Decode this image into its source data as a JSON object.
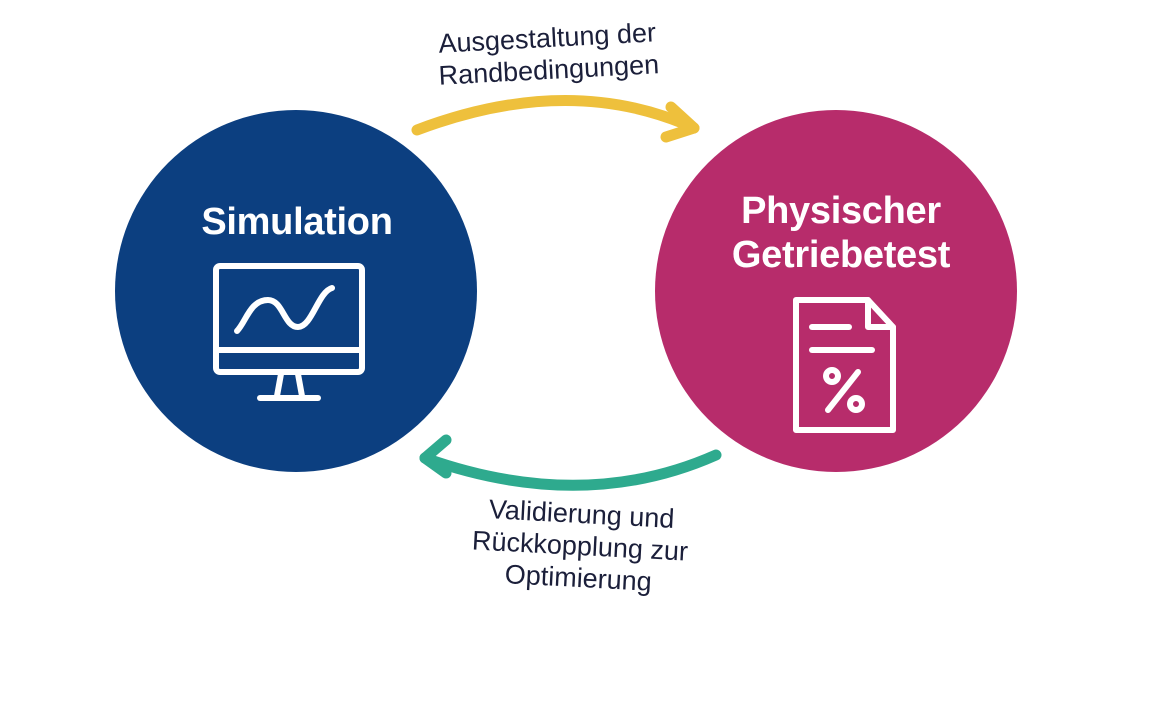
{
  "nodes": {
    "simulation": {
      "label": "Simulation",
      "color": "#0c3f80",
      "icon": "computer-monitor-chart-icon"
    },
    "physical_test": {
      "label_lines": [
        "Physischer",
        "Getriebetest"
      ],
      "color": "#b72c6b",
      "icon": "document-percent-icon"
    }
  },
  "edges": {
    "top": {
      "from": "simulation",
      "to": "physical_test",
      "label_lines": [
        "Ausgestaltung der",
        "Randbedingungen"
      ],
      "color": "#eec03c"
    },
    "bottom": {
      "from": "physical_test",
      "to": "simulation",
      "label_lines": [
        "Validierung und",
        "Rückkopplung zur",
        "Optimierung"
      ],
      "color": "#2eaa8e"
    }
  }
}
